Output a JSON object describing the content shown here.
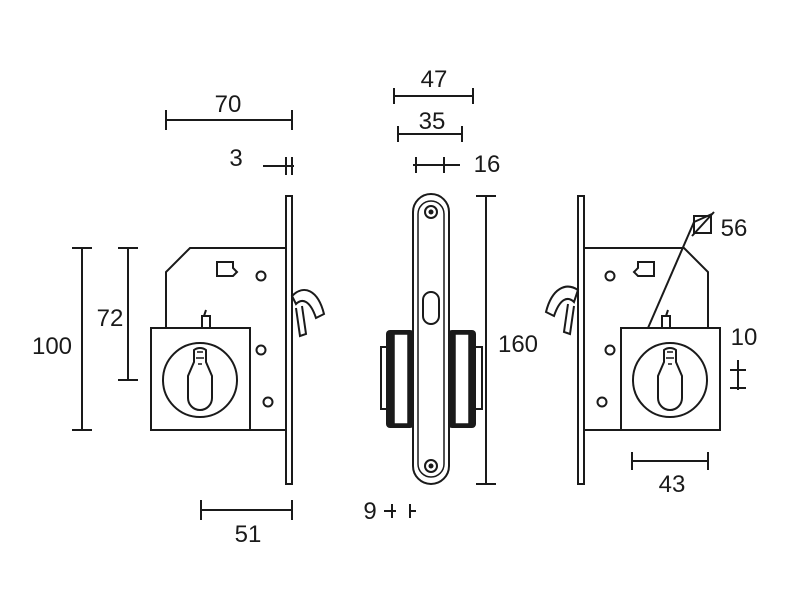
{
  "colors": {
    "line": "#1a1a1a",
    "background": "#ffffff"
  },
  "dimensions": {
    "width_70": "70",
    "gap_3": "3",
    "height_100": "100",
    "height_72": "72",
    "depth_51": "51",
    "width_47": "47",
    "width_35": "35",
    "width_16": "16",
    "height_160": "160",
    "gap_9": "9",
    "square_56": "56",
    "offset_10": "10",
    "width_43": "43"
  }
}
